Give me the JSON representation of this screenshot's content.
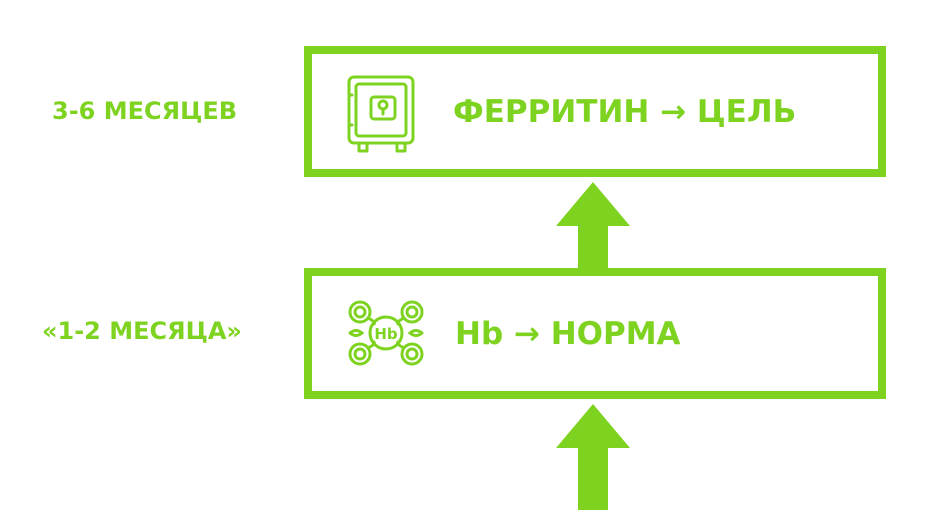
{
  "colors": {
    "accent": "#7ed321",
    "background": "#ffffff"
  },
  "stages": [
    {
      "duration": "3-6 МЕСЯЦЕВ",
      "goal": "ФЕРРИТИН → ЦЕЛЬ",
      "icon": "safe-icon"
    },
    {
      "duration": "«1-2 МЕСЯЦА»",
      "goal": "Hb → НОРМА",
      "icon": "hemoglobin-molecule-icon",
      "icon_text": "Hb"
    }
  ]
}
